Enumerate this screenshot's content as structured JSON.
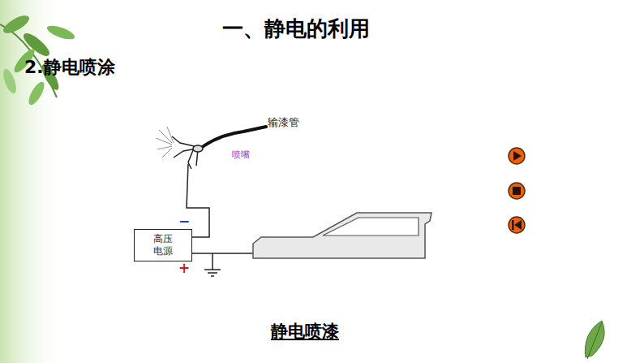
{
  "diagram": {
    "title": "一、静电的利用",
    "caption": "静电喷漆",
    "nodes": [
      {
        "text": [
          "高压电源"
        ]
      }
    ],
    "labels": [
      "2.静电喷涂",
      "输漆管",
      "喷嘴",
      "−",
      "+"
    ]
  }
}
